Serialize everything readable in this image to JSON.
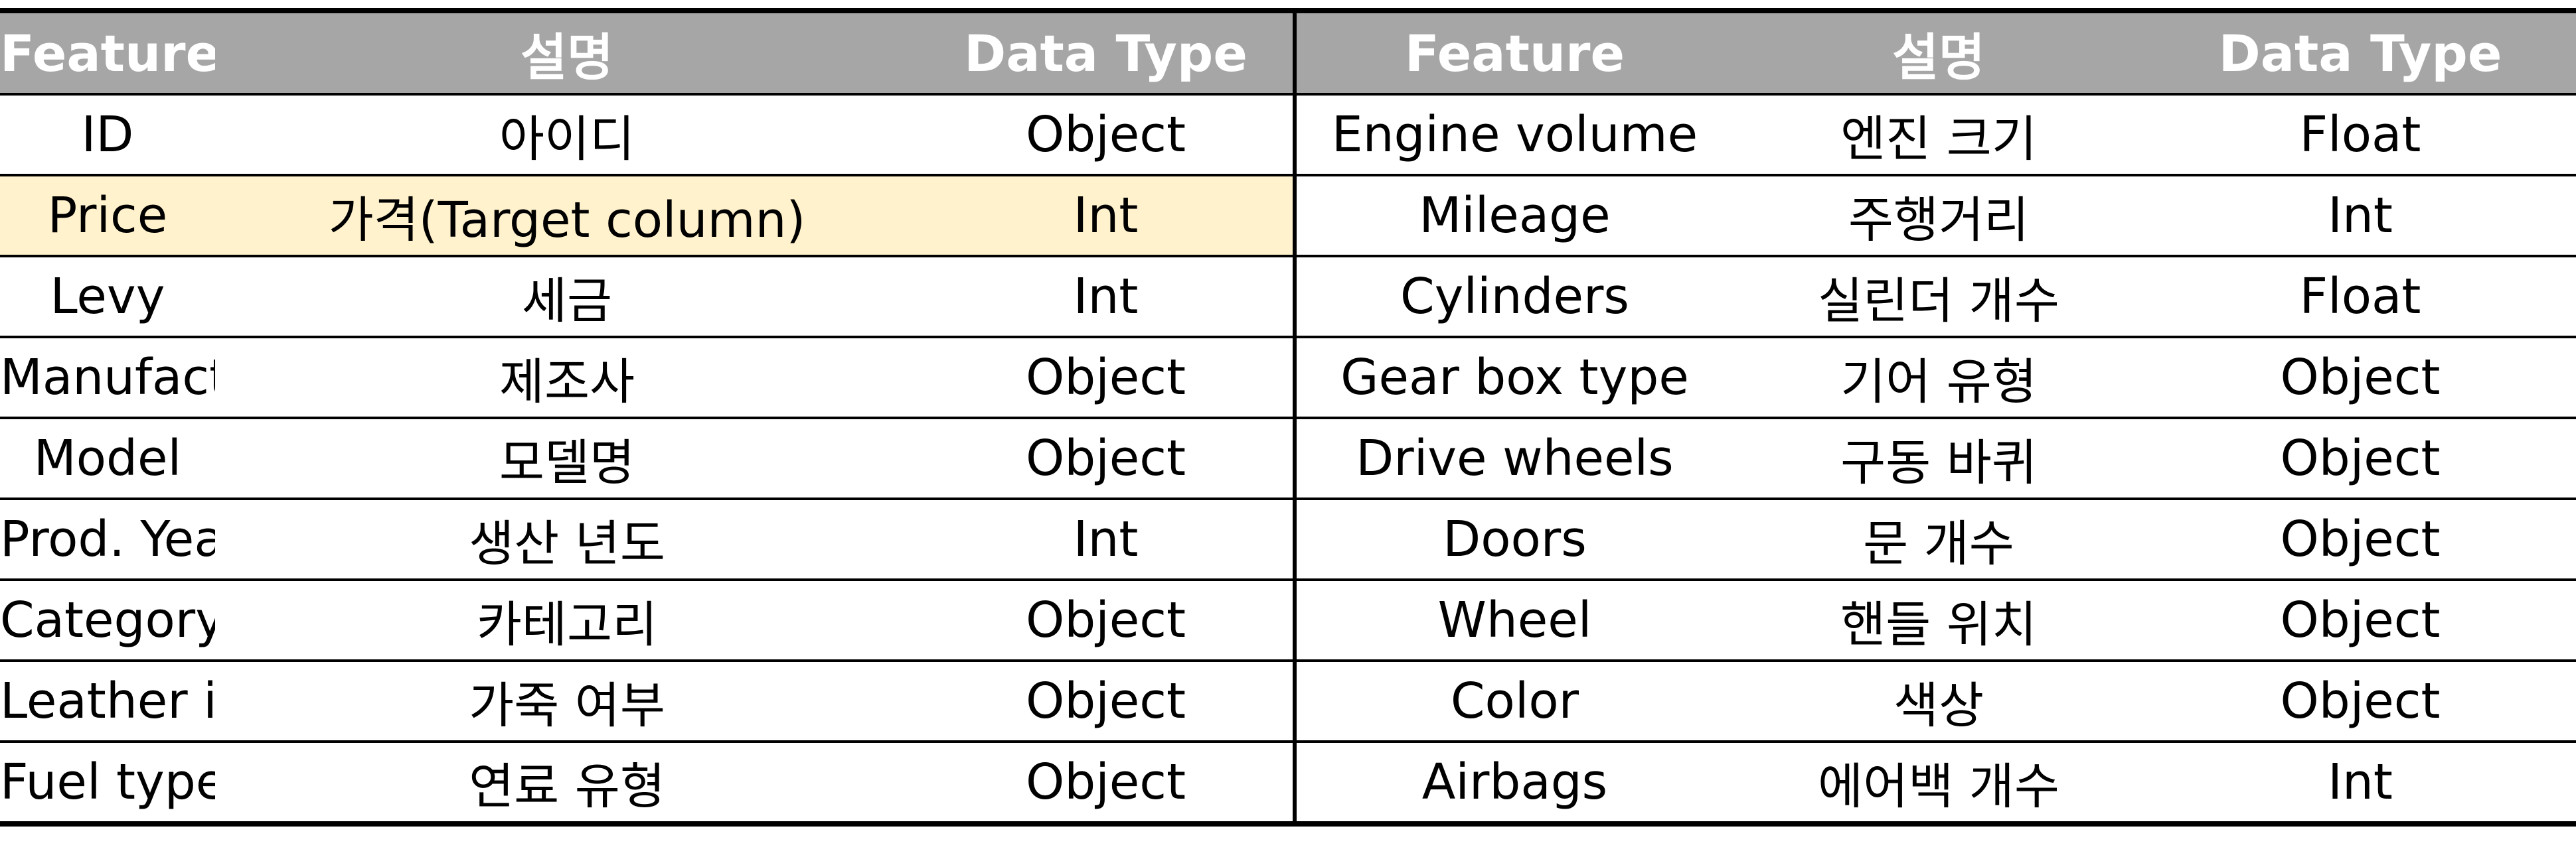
{
  "headers": [
    "Feature",
    "설명",
    "Data Type",
    "Feature",
    "설명",
    "Data Type"
  ],
  "highlight": {
    "row": 1,
    "color": "#fff2cc"
  },
  "colors": {
    "header_bg": "#a6a6a6",
    "header_text": "#ffffff",
    "border": "#000000"
  },
  "rows": [
    [
      "ID",
      "아이디",
      "Object",
      "Engine volume",
      "엔진 크기",
      "Float"
    ],
    [
      "Price",
      "가격(Target column)",
      "Int",
      "Mileage",
      "주행거리",
      "Int"
    ],
    [
      "Levy",
      "세금",
      "Int",
      "Cylinders",
      "실린더 개수",
      "Float"
    ],
    [
      "Manufacturer",
      "제조사",
      "Object",
      "Gear box type",
      "기어 유형",
      "Object"
    ],
    [
      "Model",
      "모델명",
      "Object",
      "Drive wheels",
      "구동 바퀴",
      "Object"
    ],
    [
      "Prod. Year",
      "생산 년도",
      "Int",
      "Doors",
      "문 개수",
      "Object"
    ],
    [
      "Category",
      "카테고리",
      "Object",
      "Wheel",
      "핸들 위치",
      "Object"
    ],
    [
      "Leather interior",
      "가죽 여부",
      "Object",
      "Color",
      "색상",
      "Object"
    ],
    [
      "Fuel type",
      "연료 유형",
      "Object",
      "Airbags",
      "에어백 개수",
      "Int"
    ]
  ]
}
